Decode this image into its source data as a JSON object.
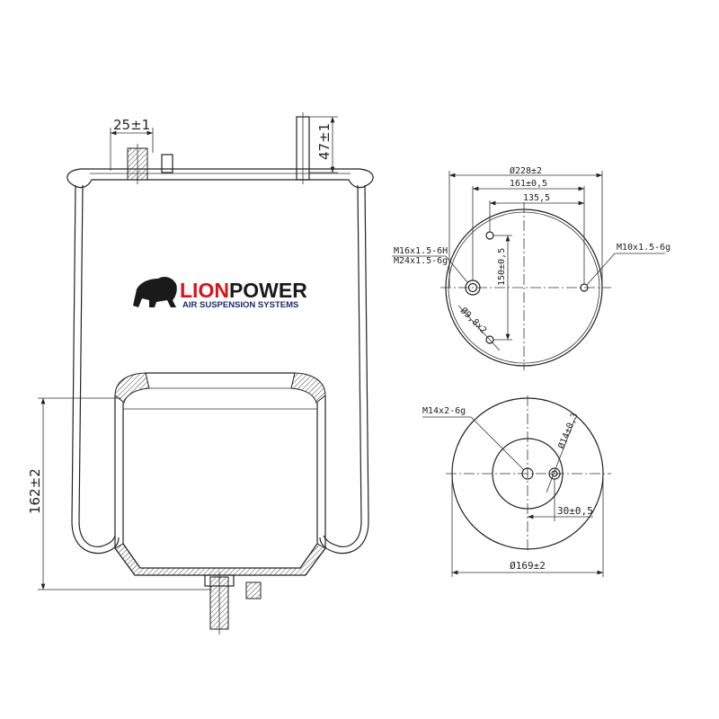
{
  "logo": {
    "brand_red": "LION",
    "brand_black": "POWER",
    "tagline": "AIR SUSPENSION SYSTEMS",
    "red": "#d7141a",
    "black": "#1a1a1a"
  },
  "side_view": {
    "dim_width": "25±1",
    "dim_stud": "47±1",
    "dim_height": "162±2"
  },
  "top_view": {
    "dim_diameter": "Ø228±2",
    "dim_161": "161±0,5",
    "dim_135": "135,5",
    "dim_150": "150±0,5",
    "dim_hole": "Ø9,8x2",
    "thread_left_1": "M16x1.5-6H",
    "thread_left_2": "M24x1.5-6g",
    "thread_right": "M10x1.5-6g"
  },
  "bottom_view": {
    "thread": "M14x2-6g",
    "dim_pin": "Ø14±0,3",
    "dim_offset": "30±0,5",
    "dim_diameter": "Ø169±2"
  }
}
